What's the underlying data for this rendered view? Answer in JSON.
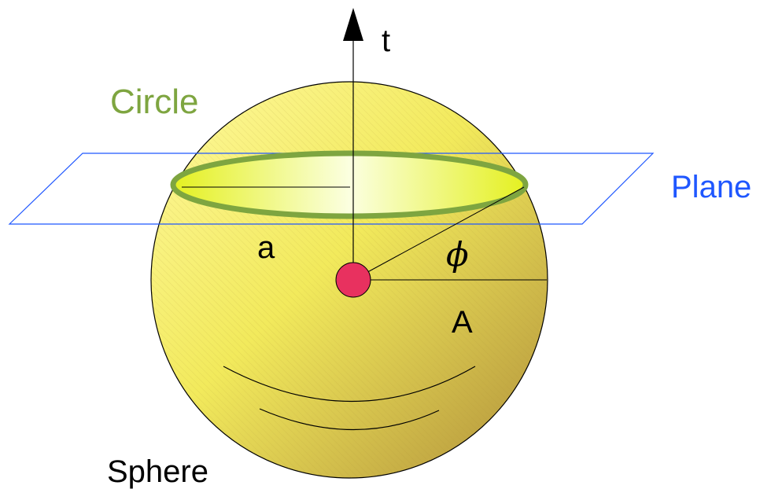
{
  "labels": {
    "t": "t",
    "circle": "Circle",
    "plane": "Plane",
    "a": "a",
    "phi": "ϕ",
    "A": "A",
    "sphere": "Sphere"
  },
  "colors": {
    "circle": "#7ea540",
    "plane": "#1f57ff",
    "center": "#e8315f",
    "sphere": "#f2ea5c"
  }
}
